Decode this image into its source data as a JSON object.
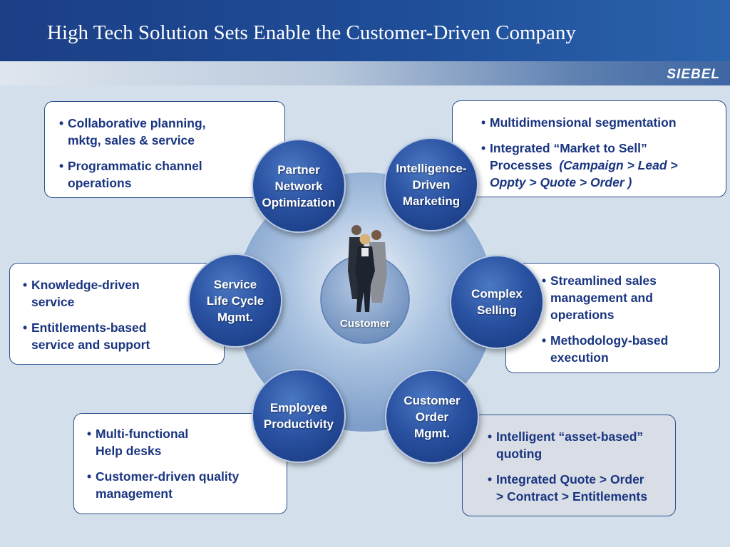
{
  "title": "High Tech Solution Sets Enable the Customer-Driven Company",
  "logo_text": "SIEBEL",
  "colors": {
    "header_blue": "#1b3f86",
    "node_blue": "#2a52a2",
    "text_navy": "#1a3580",
    "background": "#d3e0ec"
  },
  "hub": {
    "label": "Customer",
    "icon": "people-group-icon"
  },
  "nodes": [
    {
      "lines": [
        "Partner",
        "Network",
        "Optimization"
      ]
    },
    {
      "lines": [
        "Intelligence-",
        "Driven",
        "Marketing"
      ]
    },
    {
      "lines": [
        "Service",
        "Life Cycle",
        "Mgmt."
      ]
    },
    {
      "lines": [
        "Complex",
        "Selling"
      ]
    },
    {
      "lines": [
        "Employee",
        "Productivity"
      ]
    },
    {
      "lines": [
        "Customer",
        "Order",
        "Mgmt."
      ]
    }
  ],
  "boxes": {
    "partner": {
      "b1_line1": "Collaborative planning,",
      "b1_line2": "mktg, sales & service",
      "b2_line1": "Programmatic channel",
      "b2_line2": "operations"
    },
    "marketing": {
      "b1_line1": "Multidimensional segmentation",
      "b2_line1": "Integrated “Market to Sell”",
      "b2_line2_plain": "Processes",
      "b2_line2_italic": "(Campaign > Lead >",
      "b2_line3_italic": "Oppty > Quote > Order )"
    },
    "service": {
      "b1_line1": "Knowledge-driven",
      "b1_line2": "service",
      "b2_line1": "Entitlements-based",
      "b2_line2": "service and support"
    },
    "selling": {
      "b1_line1": "Streamlined sales",
      "b1_line2": "management and",
      "b1_line3": "operations",
      "b2_line1": "Methodology-based",
      "b2_line2": "execution"
    },
    "employee": {
      "b1_line1": "Multi-functional",
      "b1_line2": "Help desks",
      "b2_line1": "Customer-driven quality",
      "b2_line2": "management"
    },
    "order": {
      "b1_line1": "Intelligent “asset-based”",
      "b1_line2": "quoting",
      "b2_line1": "Integrated Quote > Order",
      "b2_line2": "> Contract > Entitlements"
    }
  }
}
